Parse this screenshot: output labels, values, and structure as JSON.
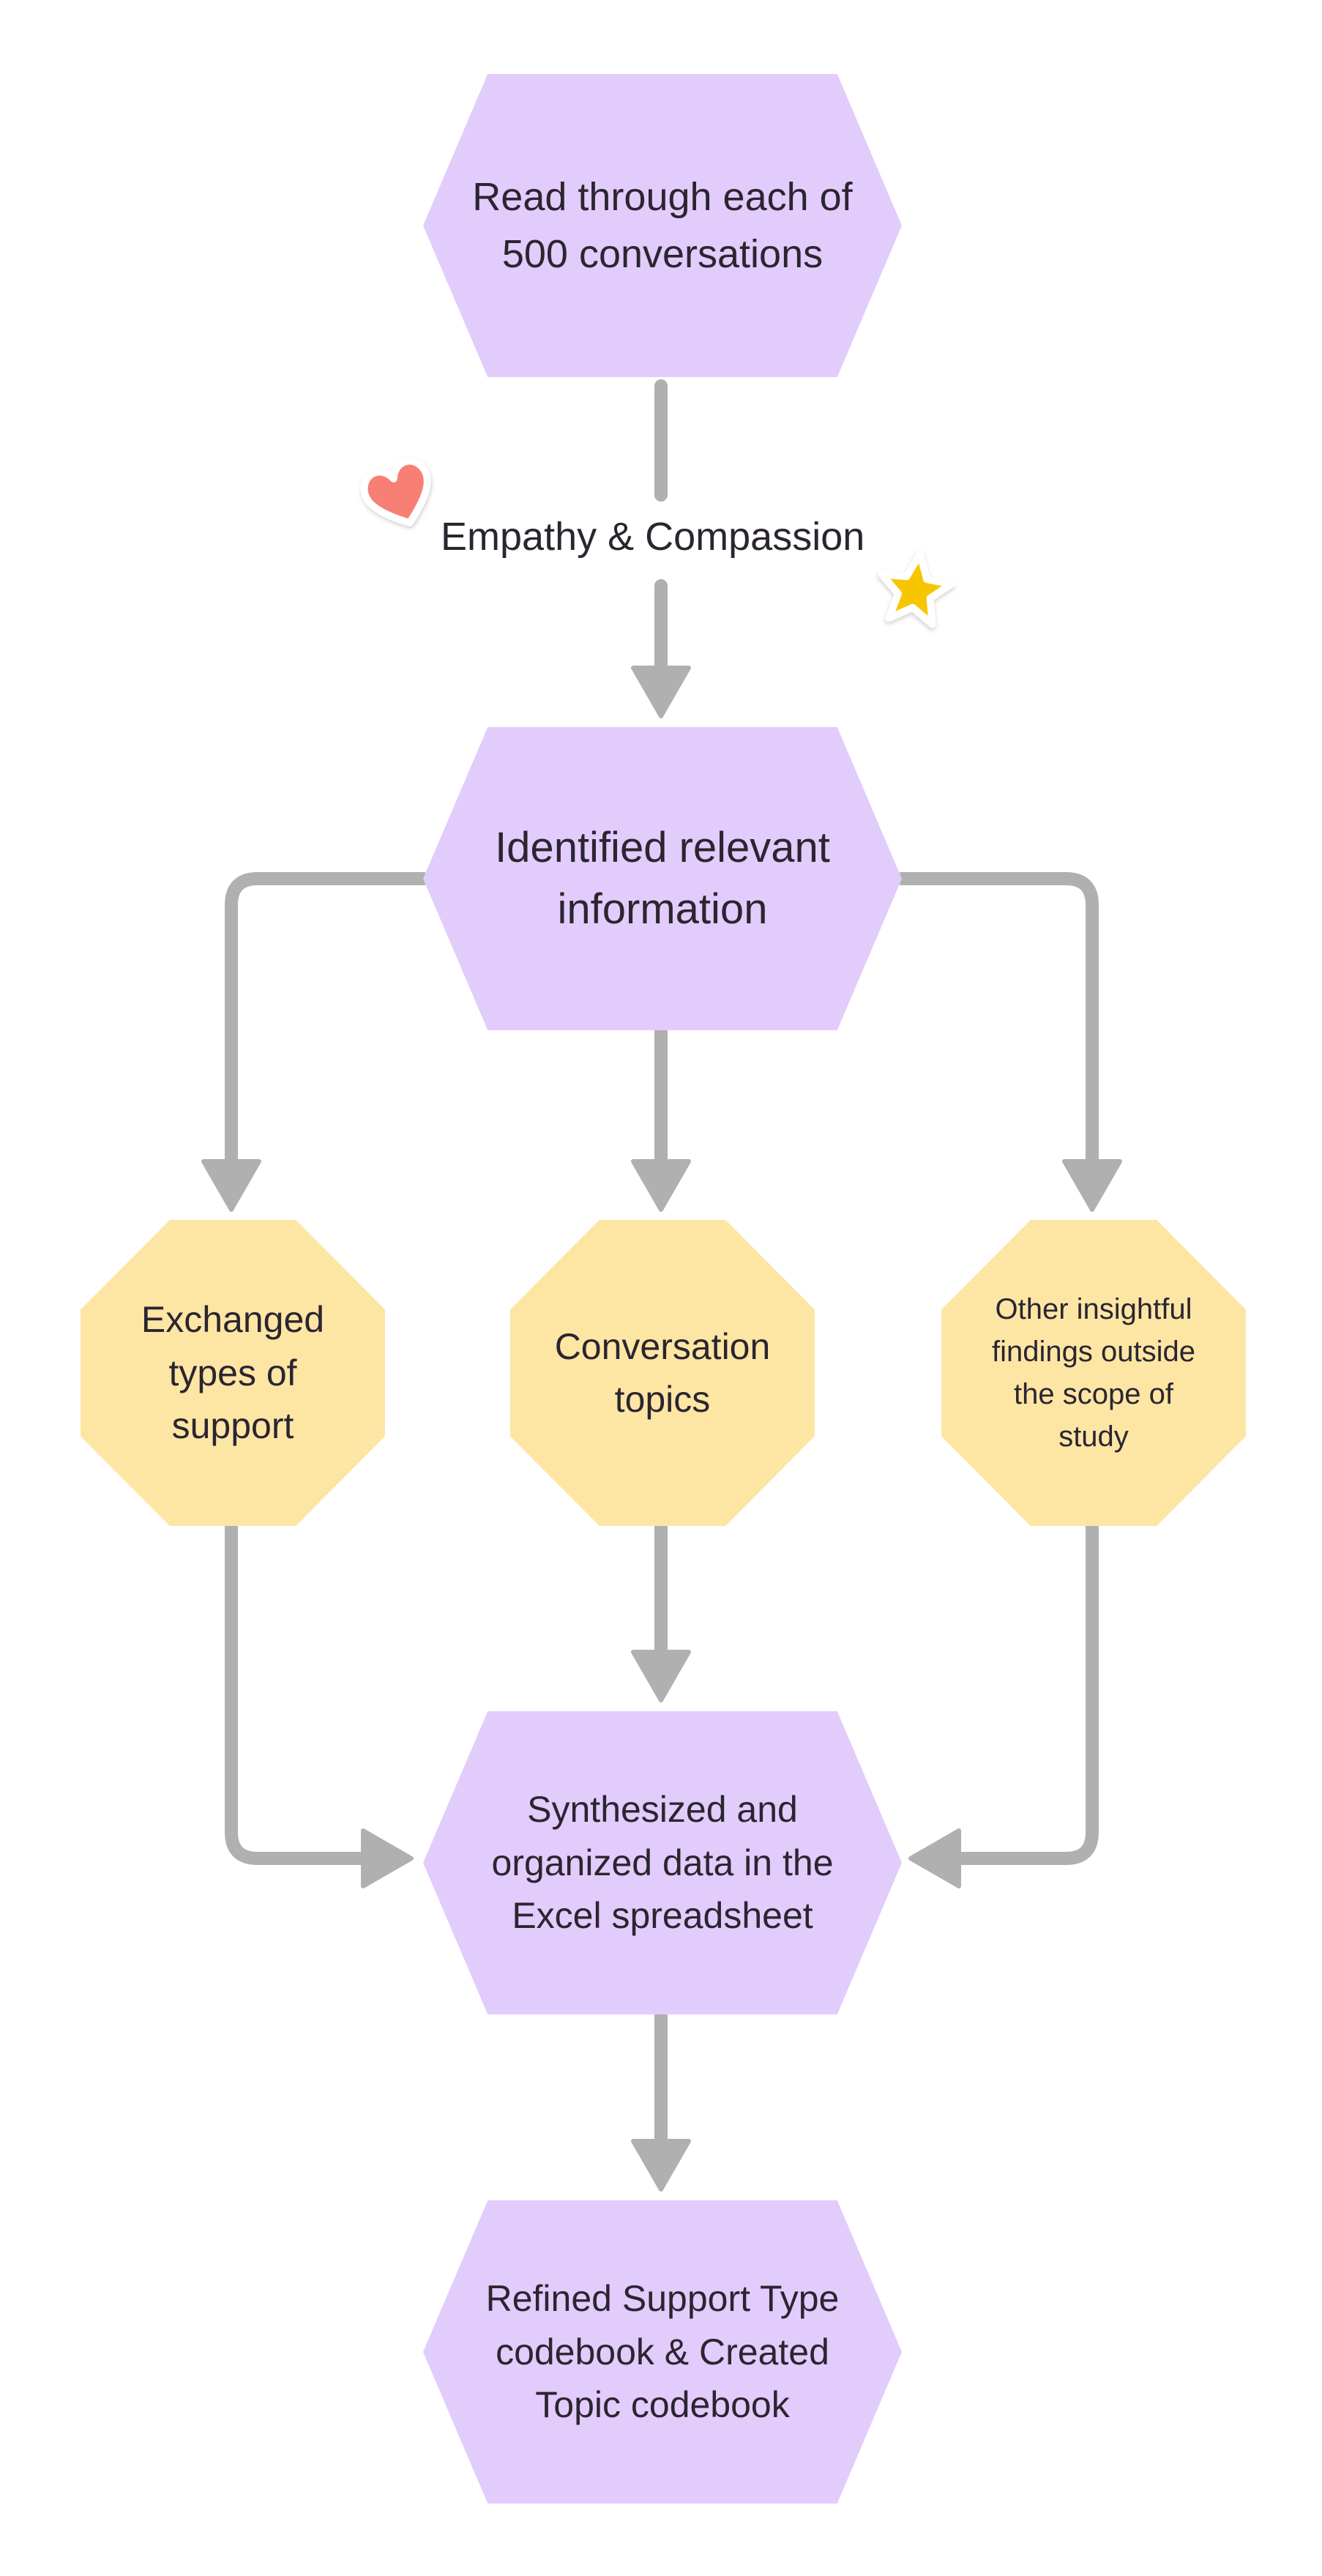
{
  "colors": {
    "process_fill": "#e2ccfb",
    "category_fill": "#fde6a4",
    "connector": "#b0b0b0",
    "text": "#2b2530",
    "heart": "#f87f74",
    "star": "#f7c600"
  },
  "nodes": {
    "read_conversations": "Read through each of\n500 conversations",
    "identified_info": "Identified relevant\ninformation",
    "support_types": "Exchanged\ntypes of\nsupport",
    "conversation_topics": "Conversation\ntopics",
    "other_findings": "Other insightful\nfindings outside\nthe scope of\nstudy",
    "synthesized_data": "Synthesized and\norganized data in the\nExcel spreadsheet",
    "refined_codebook": "Refined Support Type\ncodebook & Created\nTopic codebook"
  },
  "edge_labels": {
    "empathy": "Empathy & Compassion"
  },
  "stickers": {
    "heart": "heart-icon",
    "star": "star-icon"
  }
}
